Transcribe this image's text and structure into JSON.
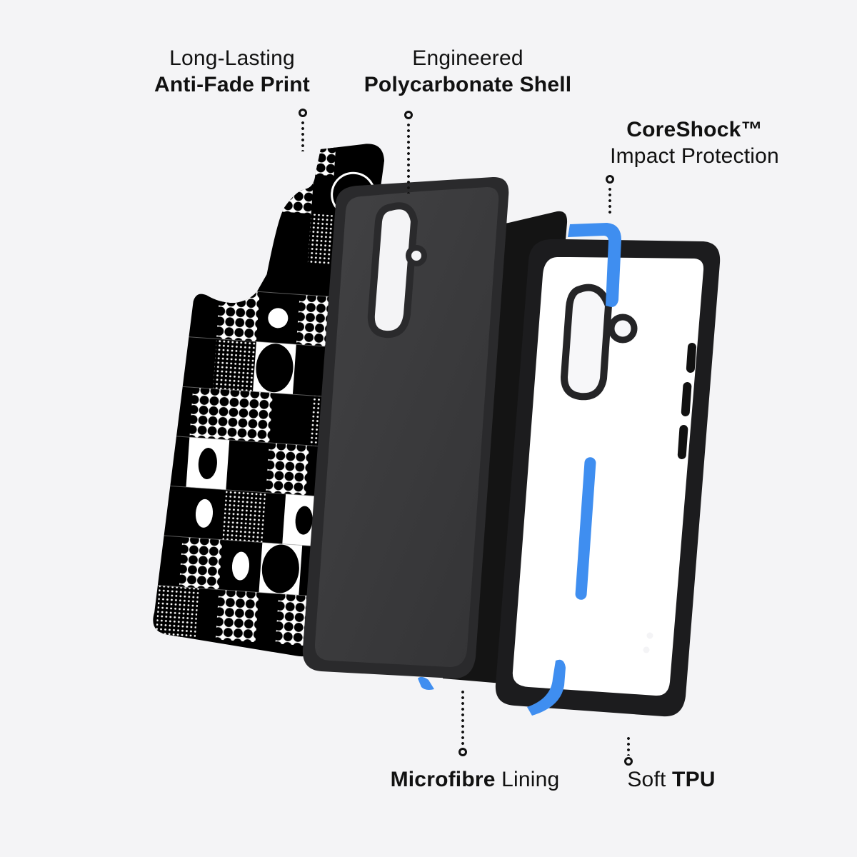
{
  "page": {
    "background_color": "#f4f4f6"
  },
  "callouts": {
    "anti_fade": {
      "line1": "Long-Lasting",
      "line2": "Anti-Fade Print"
    },
    "shell": {
      "line1": "Engineered",
      "line2": "Polycarbonate Shell"
    },
    "coreshock": {
      "line1": "CoreShock™",
      "line2": "Impact Protection"
    },
    "microfibre": {
      "bold": "Microfibre",
      "light": " Lining"
    },
    "tpu": {
      "light": "Soft ",
      "bold": "TPU"
    }
  },
  "layers": [
    {
      "name": "print-back-layer",
      "pattern": "black-white-geometric-circles-checker"
    },
    {
      "name": "polycarbonate-shell",
      "color": "#3a3a3c"
    },
    {
      "name": "microfibre-lining",
      "color": "#151515"
    },
    {
      "name": "tpu-bumper-frame",
      "color": "#1c1c1e"
    },
    {
      "name": "coreshock-inserts",
      "color": "#3f8ef0"
    }
  ],
  "colors": {
    "text": "#111111",
    "accent_blue": "#3f8ef0",
    "shell_gray": "#3a3a3c",
    "lining_black": "#141414",
    "frame_black": "#1c1c1e"
  }
}
